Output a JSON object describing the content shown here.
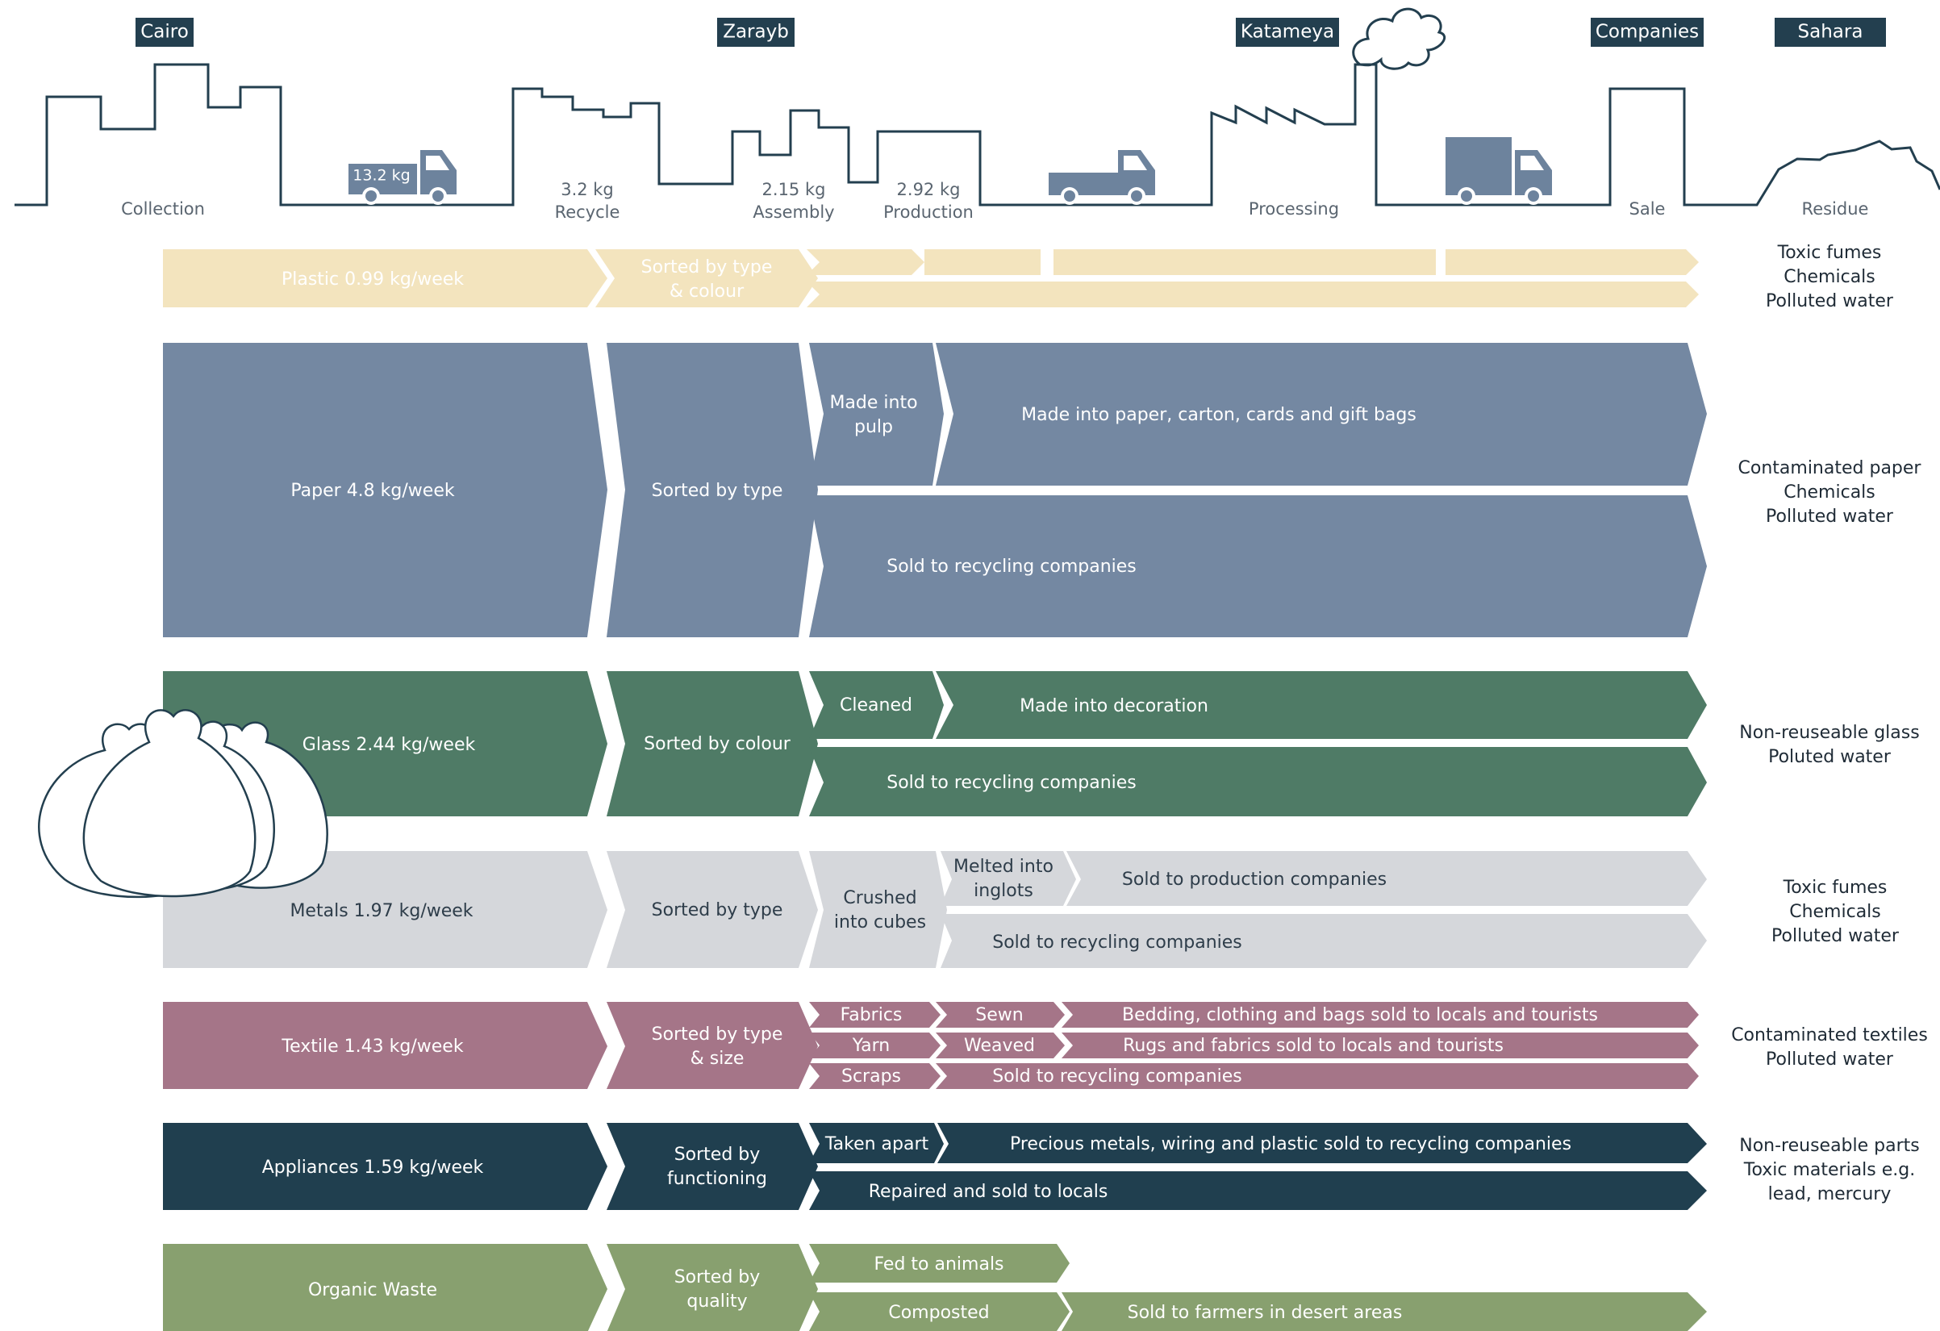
{
  "locations": [
    "Cairo",
    "Zarayb",
    "Katameya",
    "Companies",
    "Sahara"
  ],
  "stages": {
    "collection": "Collection",
    "recycle": "3.2 kg\nRecycle",
    "assembly": "2.15 kg\nAssembly",
    "production": "2.92 kg\nProduction",
    "processing": "Processing",
    "sale": "Sale",
    "residue": "Residue"
  },
  "truck_label": "13.2 kg",
  "colors": {
    "plastic": "#f3e4be",
    "paper": "#7488a2",
    "glass": "#4f7b66",
    "metals": "#d5d7db",
    "textile": "#a57588",
    "appliances": "#203f4f",
    "organic": "#88a06f",
    "ink": "#233f4f"
  },
  "rows": {
    "plastic": {
      "source": "Plastic 0.99 kg/week",
      "sort": "Sorted by type\n& colour",
      "residue": "Toxic fumes\nChemicals\nPolluted water"
    },
    "paper": {
      "source": "Paper 4.8 kg/week",
      "sort": "Sorted by type",
      "step": "Made into\npulp",
      "out1": "Made into paper, carton, cards and gift bags",
      "out2": "Sold to recycling companies",
      "residue": "Contaminated paper\nChemicals\nPolluted water"
    },
    "glass": {
      "source": "Glass 2.44 kg/week",
      "sort": "Sorted by colour",
      "step": "Cleaned",
      "out1": "Made into decoration",
      "out2": "Sold to recycling companies",
      "residue": "Non-reuseable glass\nPoluted water"
    },
    "metals": {
      "source": "Metals 1.97 kg/week",
      "sort": "Sorted by type",
      "step": "Crushed\ninto cubes",
      "step2": "Melted into\ninglots",
      "out1": "Sold to production companies",
      "out2": "Sold to recycling companies",
      "residue": "Toxic fumes\nChemicals\nPolluted water"
    },
    "textile": {
      "source": "Textile 1.43 kg/week",
      "sort": "Sorted by type\n& size",
      "sub": [
        "Fabrics",
        "Yarn",
        "Scraps"
      ],
      "proc": [
        "Sewn",
        "Weaved"
      ],
      "out": [
        "Bedding, clothing and bags sold to locals and tourists",
        "Rugs and fabrics sold to locals and tourists",
        "Sold to recycling companies"
      ],
      "residue": "Contaminated textiles\nPolluted water"
    },
    "appliances": {
      "source": "Appliances 1.59 kg/week",
      "sort": "Sorted by\nfunctioning",
      "step": "Taken apart",
      "out1": "Precious metals, wiring and plastic sold to recycling companies",
      "out2": "Repaired and sold to locals",
      "residue": "Non-reuseable parts\nToxic materials e.g.\nlead, mercury"
    },
    "organic": {
      "source": "Organic Waste",
      "sort": "Sorted by\nquality",
      "out1": "Fed to animals",
      "step": "Composted",
      "out2": "Sold to farmers in desert areas"
    }
  }
}
